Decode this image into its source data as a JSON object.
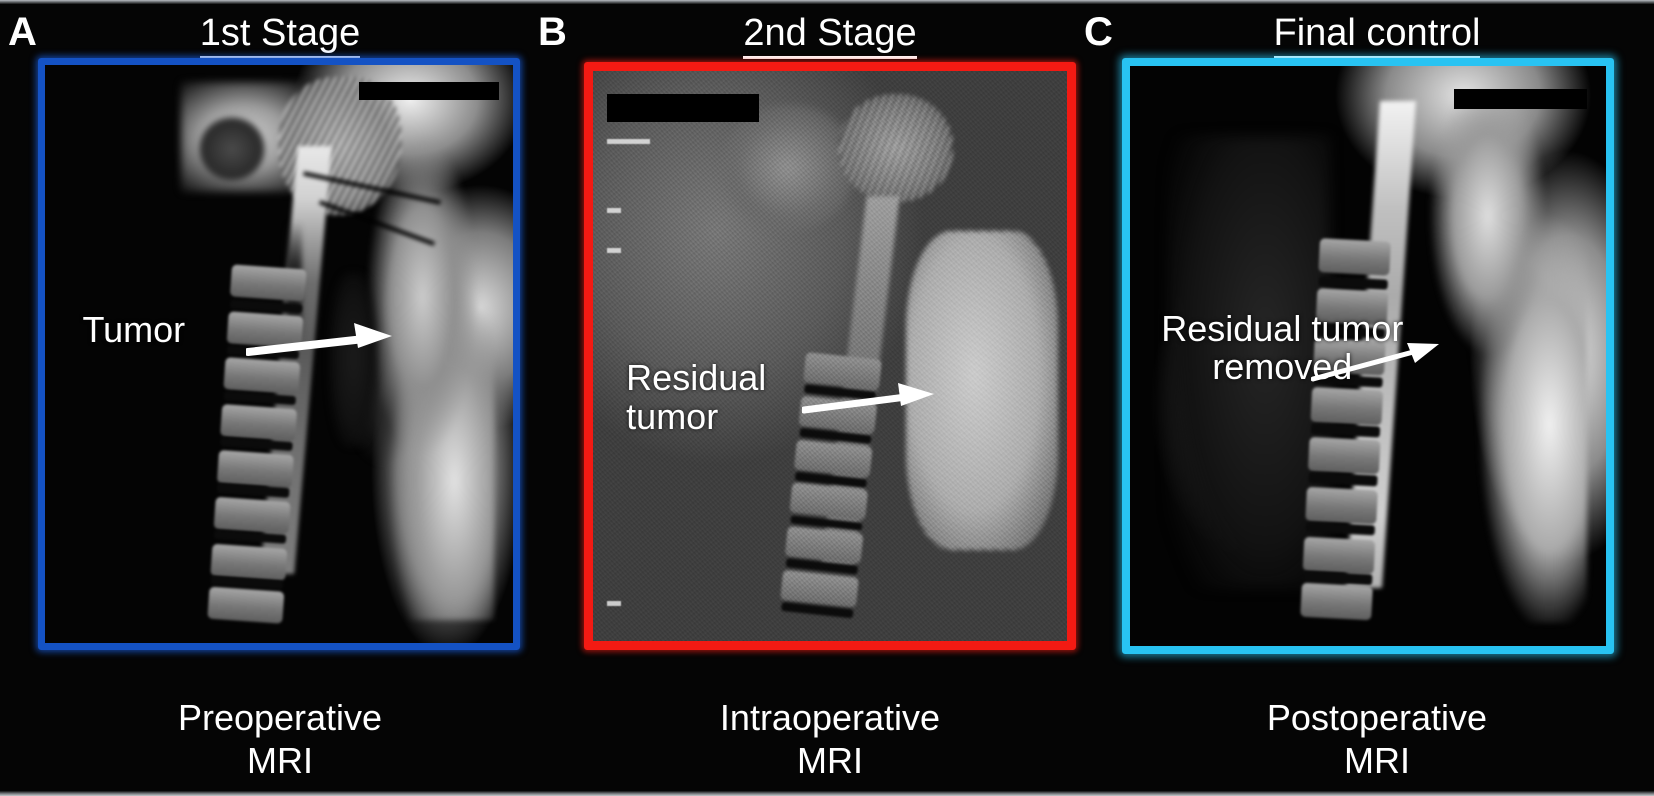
{
  "figure": {
    "background_color": "#050505",
    "panel_count": 3
  },
  "panels": [
    {
      "letter": "A",
      "title": "1st Stage",
      "caption": "Preoperative\nMRI",
      "border_color": "#1452c4",
      "border_color_name": "blue",
      "annotation": {
        "label": "Tumor",
        "arrow_direction": "right",
        "arrow_color": "#ffffff"
      },
      "modality": "Sagittal cervical spine MRI"
    },
    {
      "letter": "B",
      "title": "2nd Stage",
      "caption": "Intraoperative\nMRI",
      "border_color": "#f31a13",
      "border_color_name": "red",
      "annotation": {
        "label": "Residual\ntumor",
        "arrow_direction": "right",
        "arrow_color": "#ffffff"
      },
      "modality": "Sagittal cervical spine MRI"
    },
    {
      "letter": "C",
      "title": "Final control",
      "caption": "Postoperative\nMRI",
      "border_color": "#28c3f2",
      "border_color_name": "cyan",
      "annotation": {
        "label": "Residual tumor\nremoved",
        "arrow_direction": "up-right",
        "arrow_color": "#ffffff"
      },
      "modality": "Sagittal cervical spine MRI"
    }
  ]
}
